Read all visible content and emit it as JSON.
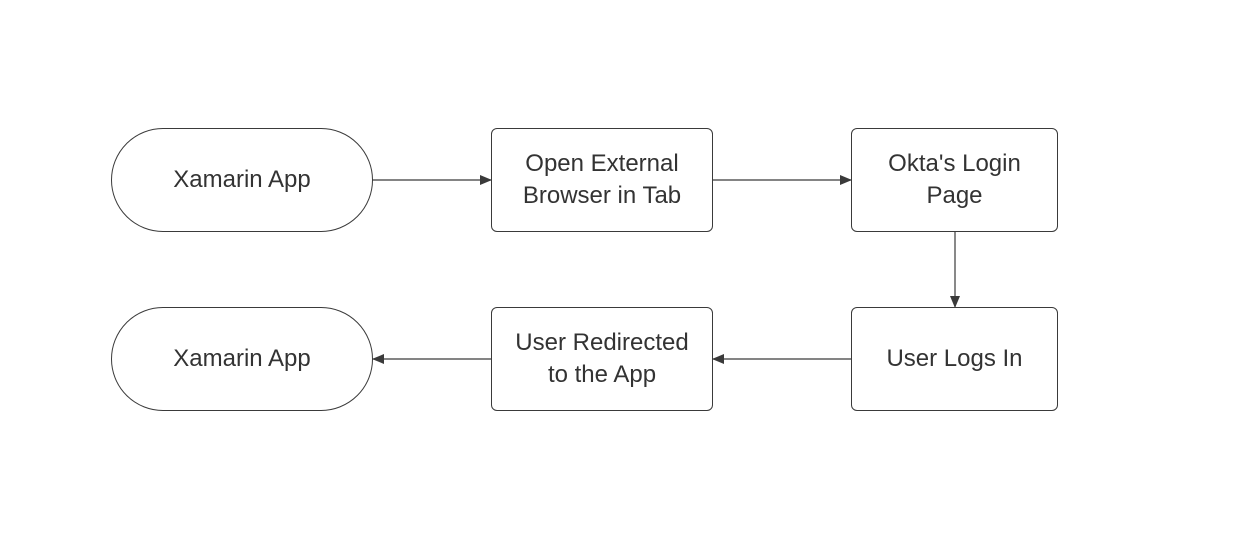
{
  "flowchart": {
    "nodes": {
      "start": {
        "label": "Xamarin App",
        "shape": "terminal"
      },
      "open_browser": {
        "label": "Open External\nBrowser in Tab",
        "shape": "process"
      },
      "okta_login": {
        "label": "Okta's Login\nPage",
        "shape": "process"
      },
      "user_logs_in": {
        "label": "User Logs In",
        "shape": "process"
      },
      "redirected": {
        "label": "User Redirected\nto the App",
        "shape": "process"
      },
      "end": {
        "label": "Xamarin App",
        "shape": "terminal"
      }
    },
    "edges": [
      {
        "from": "start",
        "to": "open_browser"
      },
      {
        "from": "open_browser",
        "to": "okta_login"
      },
      {
        "from": "okta_login",
        "to": "user_logs_in"
      },
      {
        "from": "user_logs_in",
        "to": "redirected"
      },
      {
        "from": "redirected",
        "to": "end"
      }
    ]
  },
  "colors": {
    "stroke": "#3a3a3a",
    "text": "#333333",
    "background": "#ffffff"
  }
}
